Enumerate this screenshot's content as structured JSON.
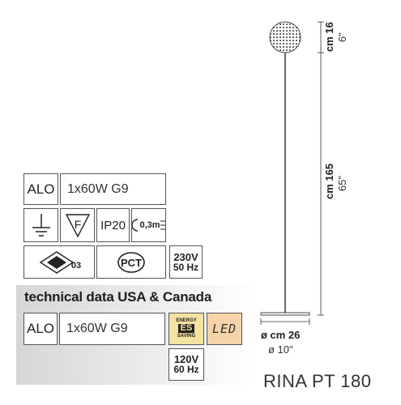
{
  "spec_table": {
    "alo_label": "ALO",
    "bulb": "1x60W G9",
    "ip_rating": "IP20",
    "distance": "0,3m",
    "ce_code": "03",
    "voltage": "230V",
    "frequency": "50 Hz"
  },
  "usa": {
    "title": "technical data USA & Canada",
    "alo_label": "ALO",
    "bulb": "1x60W G9",
    "energy_top": "ENERGY",
    "energy_mid": "ES",
    "energy_bottom": "SAVING",
    "led": "LED",
    "voltage": "120V",
    "frequency": "60 Hz"
  },
  "dimensions": {
    "head_cm": "cm 16",
    "head_in": "6\"",
    "height_cm": "cm 165",
    "height_in": "65\"",
    "base_cm": "ø cm 26",
    "base_in": "ø 10\""
  },
  "product": {
    "name": "RINA PT 180"
  },
  "colors": {
    "led_bg": "#f6d3a8",
    "energy_bg": "#f4e2a0"
  }
}
